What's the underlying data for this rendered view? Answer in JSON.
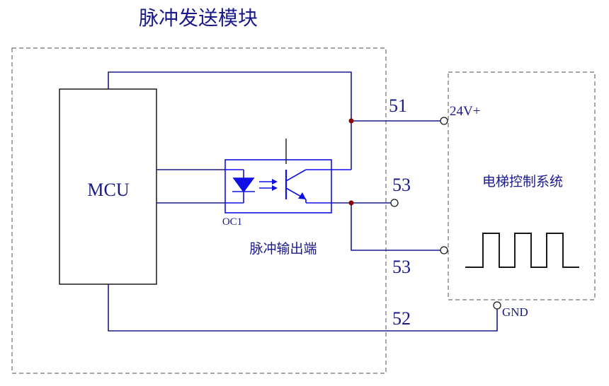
{
  "title": "脉冲发送模块",
  "mcu_label": "MCU",
  "optocoupler_label": "OC1",
  "pulse_output_label": "脉冲输出端",
  "wire_labels": {
    "w51": "51",
    "w53_top": "53",
    "w53_bottom": "53",
    "w52": "52"
  },
  "terminal_labels": {
    "v24": "24V+",
    "gnd": "GND"
  },
  "elevator_system_label": "电梯控制系统",
  "colors": {
    "wire": "#1a1a8c",
    "optocoupler": "#1010e6",
    "junction": "#8b0000",
    "dashed_border": "#707070",
    "text": "#1a1a8c"
  }
}
